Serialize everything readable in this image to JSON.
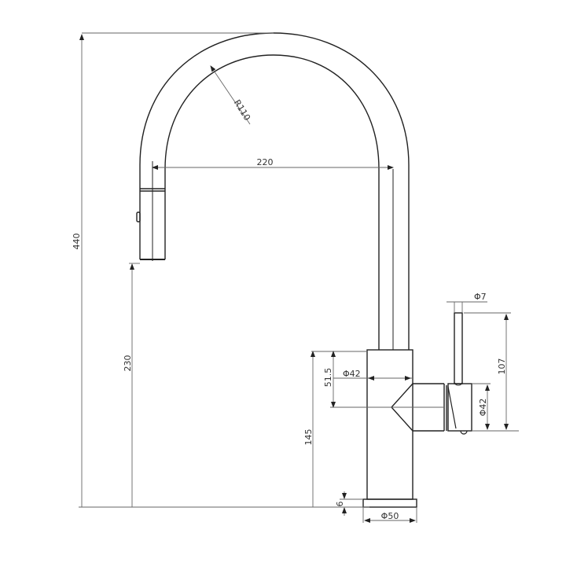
{
  "drawing": {
    "subject": "Pull-out kitchen faucet, side elevation",
    "line_color": "#222222",
    "dim_color": "#666666",
    "dimensions": {
      "overall_height": "440",
      "spout_reach": "220",
      "spout_radius": "R110",
      "spout_outlet_height": "230",
      "body_height": "145",
      "handle_offset": "51.5",
      "body_diameter": "Φ42",
      "handle_diameter": "Φ42",
      "lever_diameter": "Φ7",
      "lever_height": "107",
      "base_thickness": "6",
      "base_diameter": "Φ50"
    }
  }
}
